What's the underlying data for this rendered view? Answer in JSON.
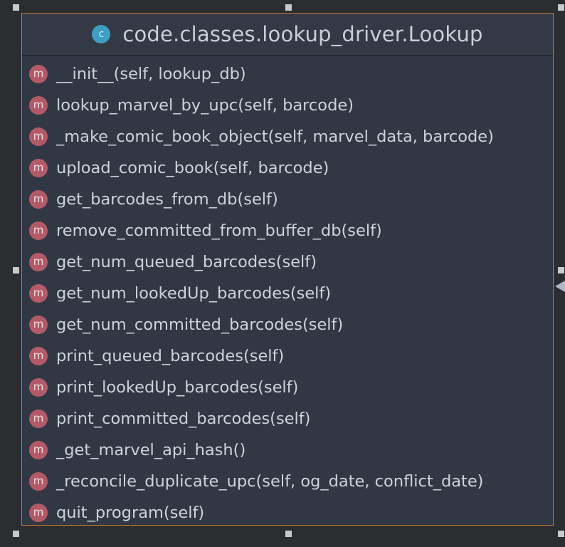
{
  "class_box": {
    "icon_letter": "c",
    "title": "code.classes.lookup_driver.Lookup",
    "colors": {
      "border": "#c47b33",
      "class_icon": "#3f9ec4",
      "method_icon": "#b35a6a",
      "background": "#323843"
    },
    "method_icon_letter": "m",
    "methods": [
      "__init__(self, lookup_db)",
      "lookup_marvel_by_upc(self, barcode)",
      "_make_comic_book_object(self, marvel_data, barcode)",
      "upload_comic_book(self, barcode)",
      "get_barcodes_from_db(self)",
      "remove_committed_from_buffer_db(self)",
      "get_num_queued_barcodes(self)",
      "get_num_lookedUp_barcodes(self)",
      "get_num_committed_barcodes(self)",
      "print_queued_barcodes(self)",
      "print_lookedUp_barcodes(self)",
      "print_committed_barcodes(self)",
      "_get_marvel_api_hash()",
      "_reconcile_duplicate_upc(self, og_date, conflict_date)",
      "quit_program(self)"
    ]
  }
}
